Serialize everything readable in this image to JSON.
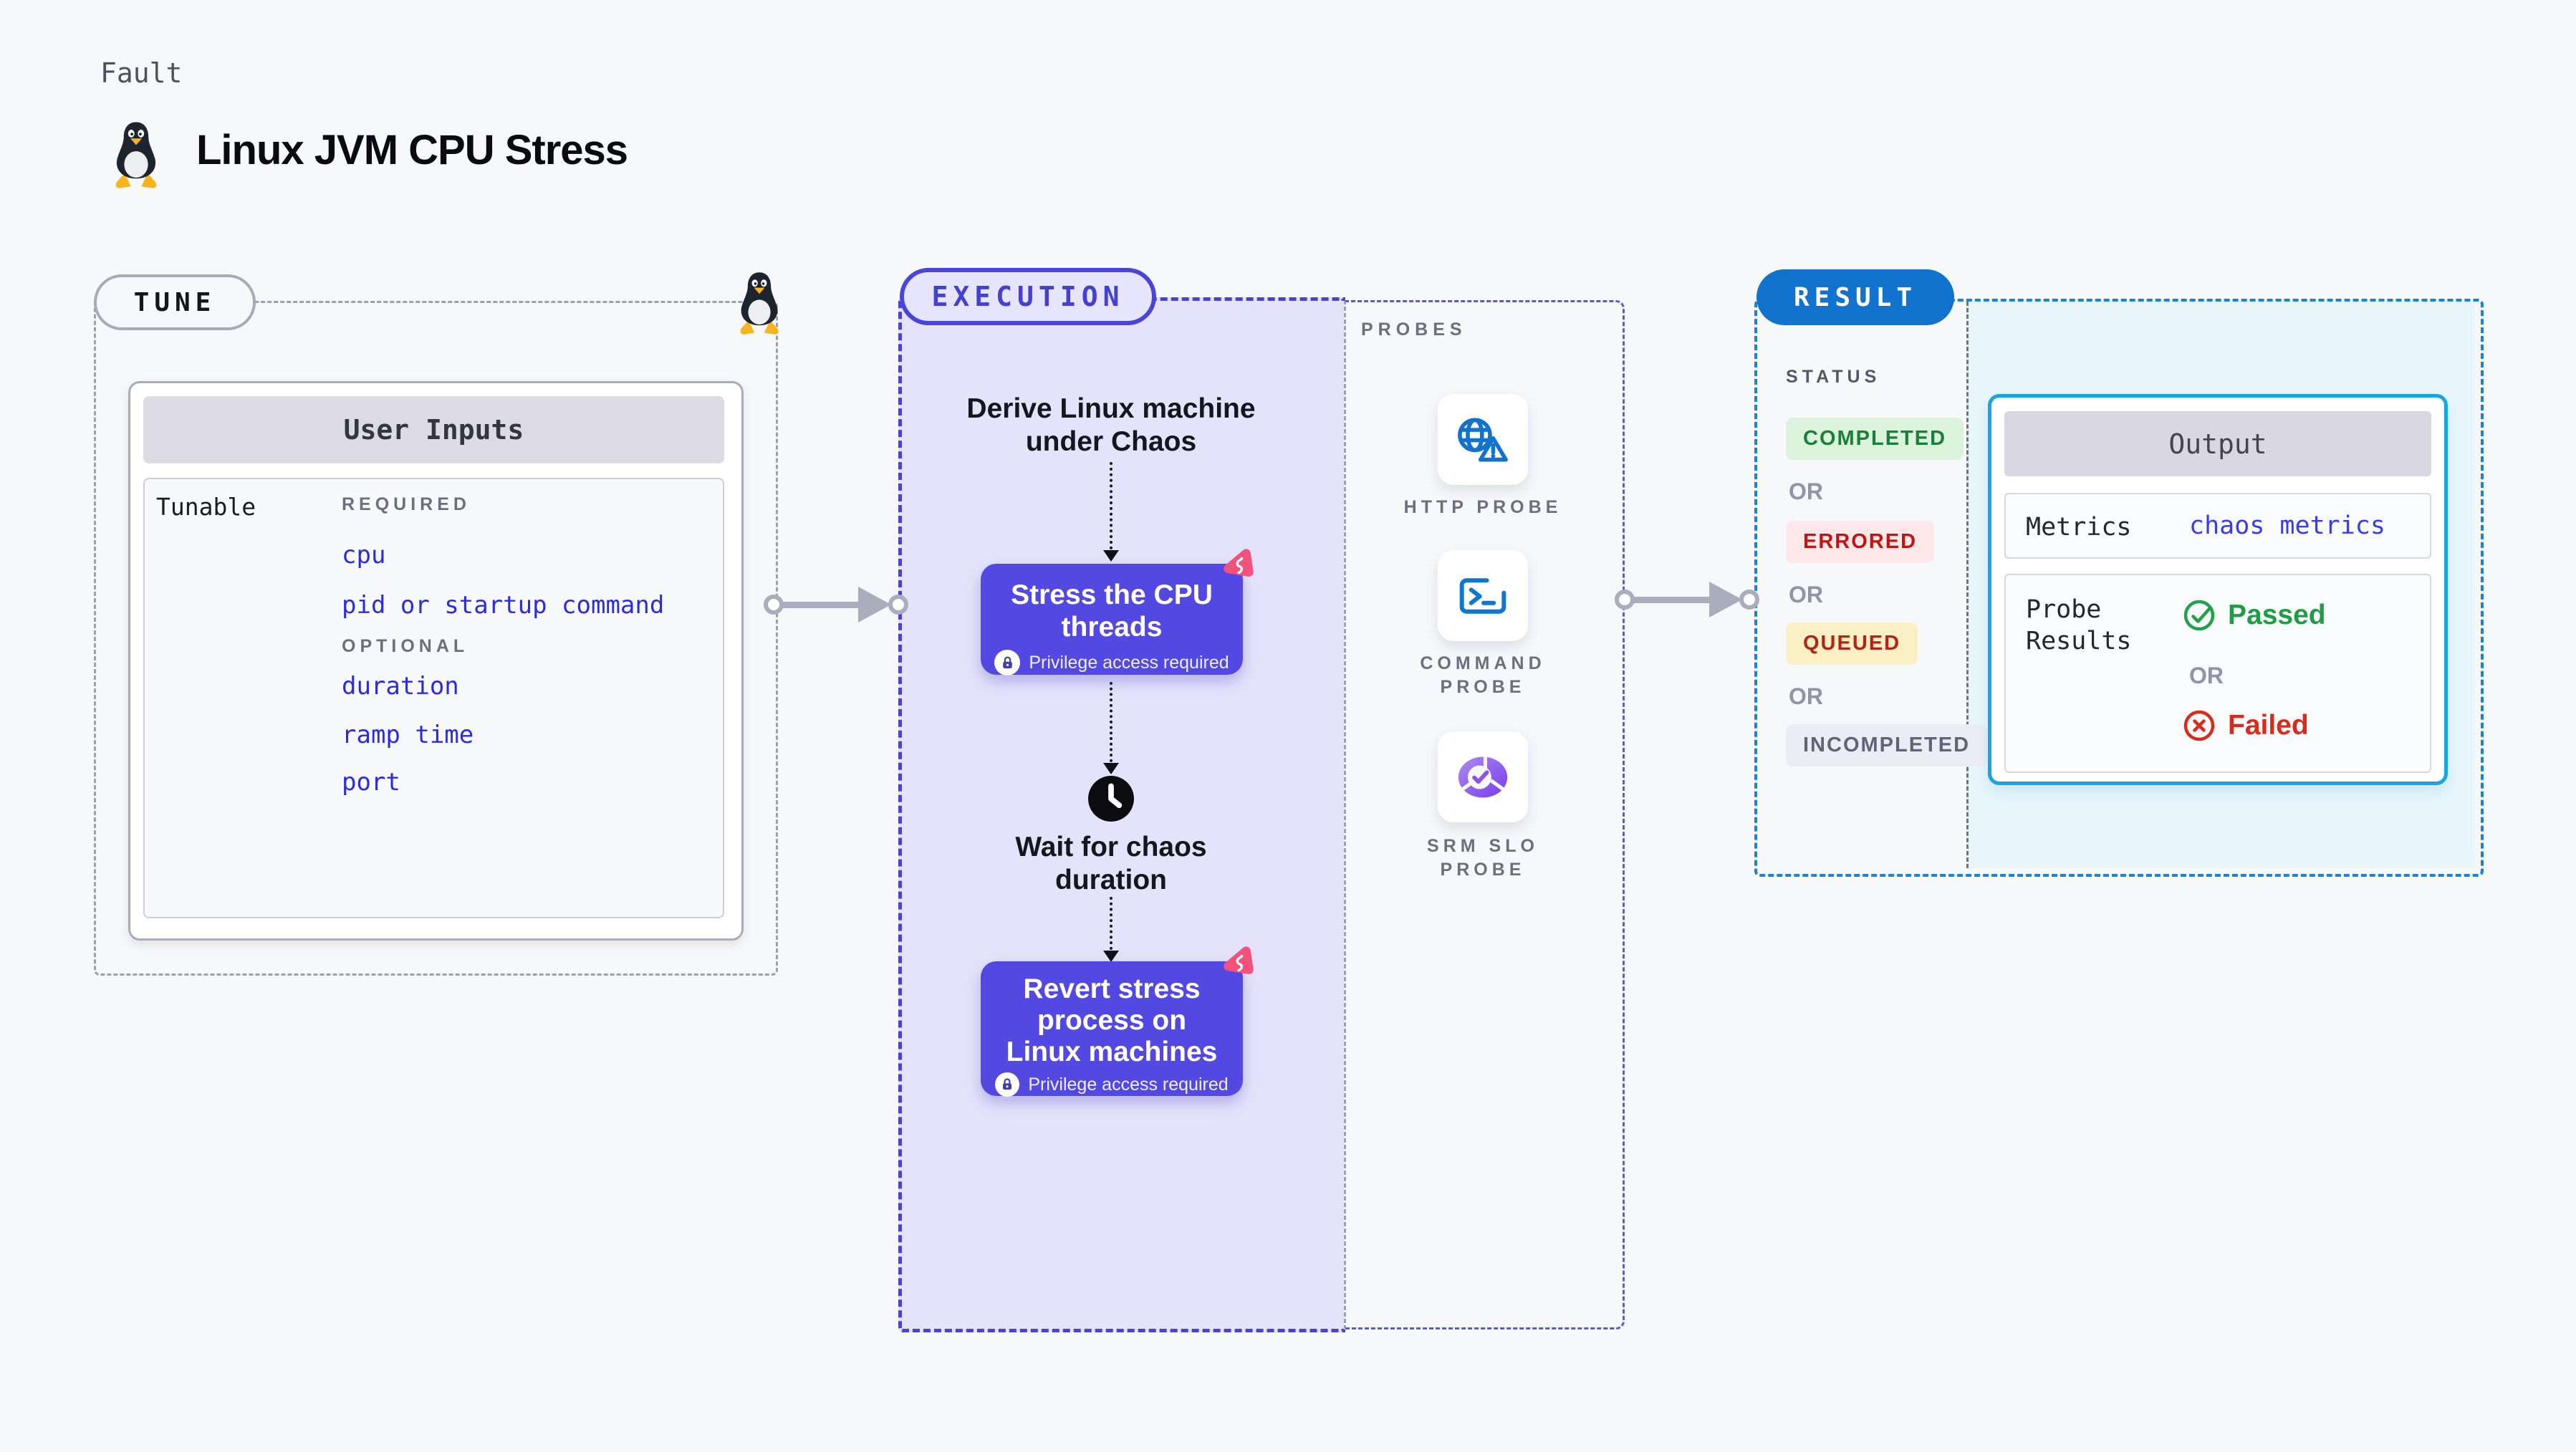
{
  "header": {
    "eyebrow": "Fault",
    "title": "Linux JVM CPU Stress",
    "icon": "tux-penguin-icon"
  },
  "tune": {
    "badge": "TUNE",
    "user_inputs": {
      "header": "User Inputs",
      "row_label": "Tunable",
      "required_label": "REQUIRED",
      "required_items": [
        "cpu",
        "pid or startup command"
      ],
      "optional_label": "OPTIONAL",
      "optional_items": [
        "duration",
        "ramp time",
        "port"
      ]
    }
  },
  "execution": {
    "badge": "EXECUTION",
    "derive_step": "Derive Linux machine under Chaos",
    "stress_step": "Stress the CPU threads",
    "wait_step": "Wait for chaos duration",
    "revert_step": "Revert stress process on Linux machines",
    "privilege_note": "Privilege access required"
  },
  "probes": {
    "label": "PROBES",
    "items": [
      {
        "name": "HTTP PROBE",
        "icon": "globe-alert-icon"
      },
      {
        "name": "COMMAND PROBE",
        "icon": "terminal-icon"
      },
      {
        "name": "SRM SLO PROBE",
        "icon": "slo-donut-check-icon"
      }
    ]
  },
  "result": {
    "badge": "RESULT",
    "status_label": "STATUS",
    "or_label": "OR",
    "statuses": [
      "COMPLETED",
      "ERRORED",
      "QUEUED",
      "INCOMPLETED"
    ],
    "output": {
      "header": "Output",
      "metrics_label": "Metrics",
      "metrics_value": "chaos metrics",
      "probe_results_label": "Probe Results",
      "or_label": "OR",
      "passed_label": "Passed",
      "failed_label": "Failed"
    }
  },
  "colors": {
    "page_bg": "#F7F8FA",
    "lavender_bg": "#E5E3FB",
    "execution_border": "#4942DA",
    "node_indigo": "#5348E2",
    "litmus_pink": "#F4517D",
    "tune_border_gray": "#9BA1AF",
    "result_border_blue": "#1A82D9",
    "result_badge_blue": "#1273CF",
    "output_border_cyan": "#16A5E5",
    "cyan_bg": "#E8F6FC",
    "arrow_gray": "#A9ADBC",
    "param_blue": "#2B2BE2",
    "completed_green": "#188038",
    "errored_red": "#C11414",
    "queued_red": "#B42318",
    "incompleted_gray": "#60647A",
    "passed_green": "#1F9D44",
    "failed_red": "#DA2A1C"
  }
}
